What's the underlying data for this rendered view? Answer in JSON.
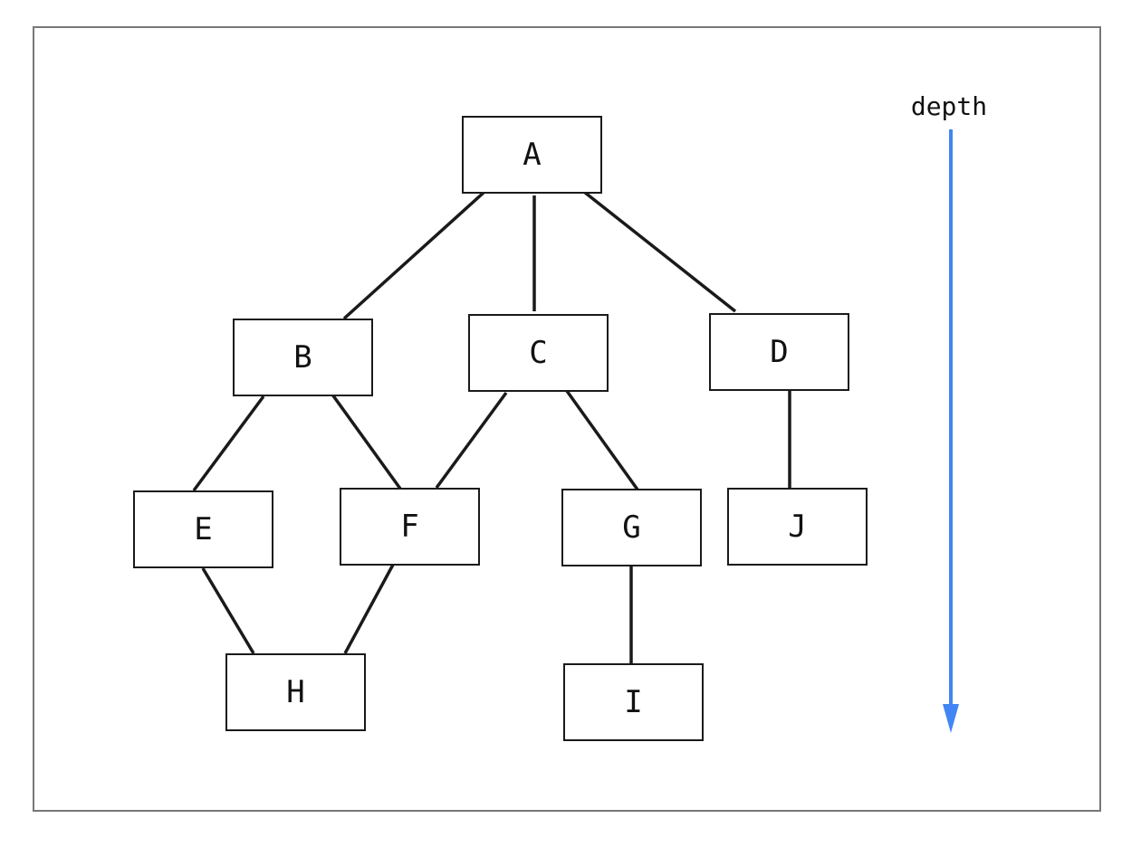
{
  "nodes": [
    {
      "id": "A",
      "label": "A"
    },
    {
      "id": "B",
      "label": "B"
    },
    {
      "id": "C",
      "label": "C"
    },
    {
      "id": "D",
      "label": "D"
    },
    {
      "id": "E",
      "label": "E"
    },
    {
      "id": "F",
      "label": "F"
    },
    {
      "id": "G",
      "label": "G"
    },
    {
      "id": "J",
      "label": "J"
    },
    {
      "id": "H",
      "label": "H"
    },
    {
      "id": "I",
      "label": "I"
    }
  ],
  "edges": [
    {
      "from": "A",
      "to": "B"
    },
    {
      "from": "A",
      "to": "C"
    },
    {
      "from": "A",
      "to": "D"
    },
    {
      "from": "B",
      "to": "E"
    },
    {
      "from": "B",
      "to": "F"
    },
    {
      "from": "C",
      "to": "F"
    },
    {
      "from": "C",
      "to": "G"
    },
    {
      "from": "D",
      "to": "J"
    },
    {
      "from": "E",
      "to": "H"
    },
    {
      "from": "F",
      "to": "H"
    },
    {
      "from": "G",
      "to": "I"
    }
  ],
  "depth_axis": {
    "label": "depth",
    "color": "#4285f4"
  }
}
